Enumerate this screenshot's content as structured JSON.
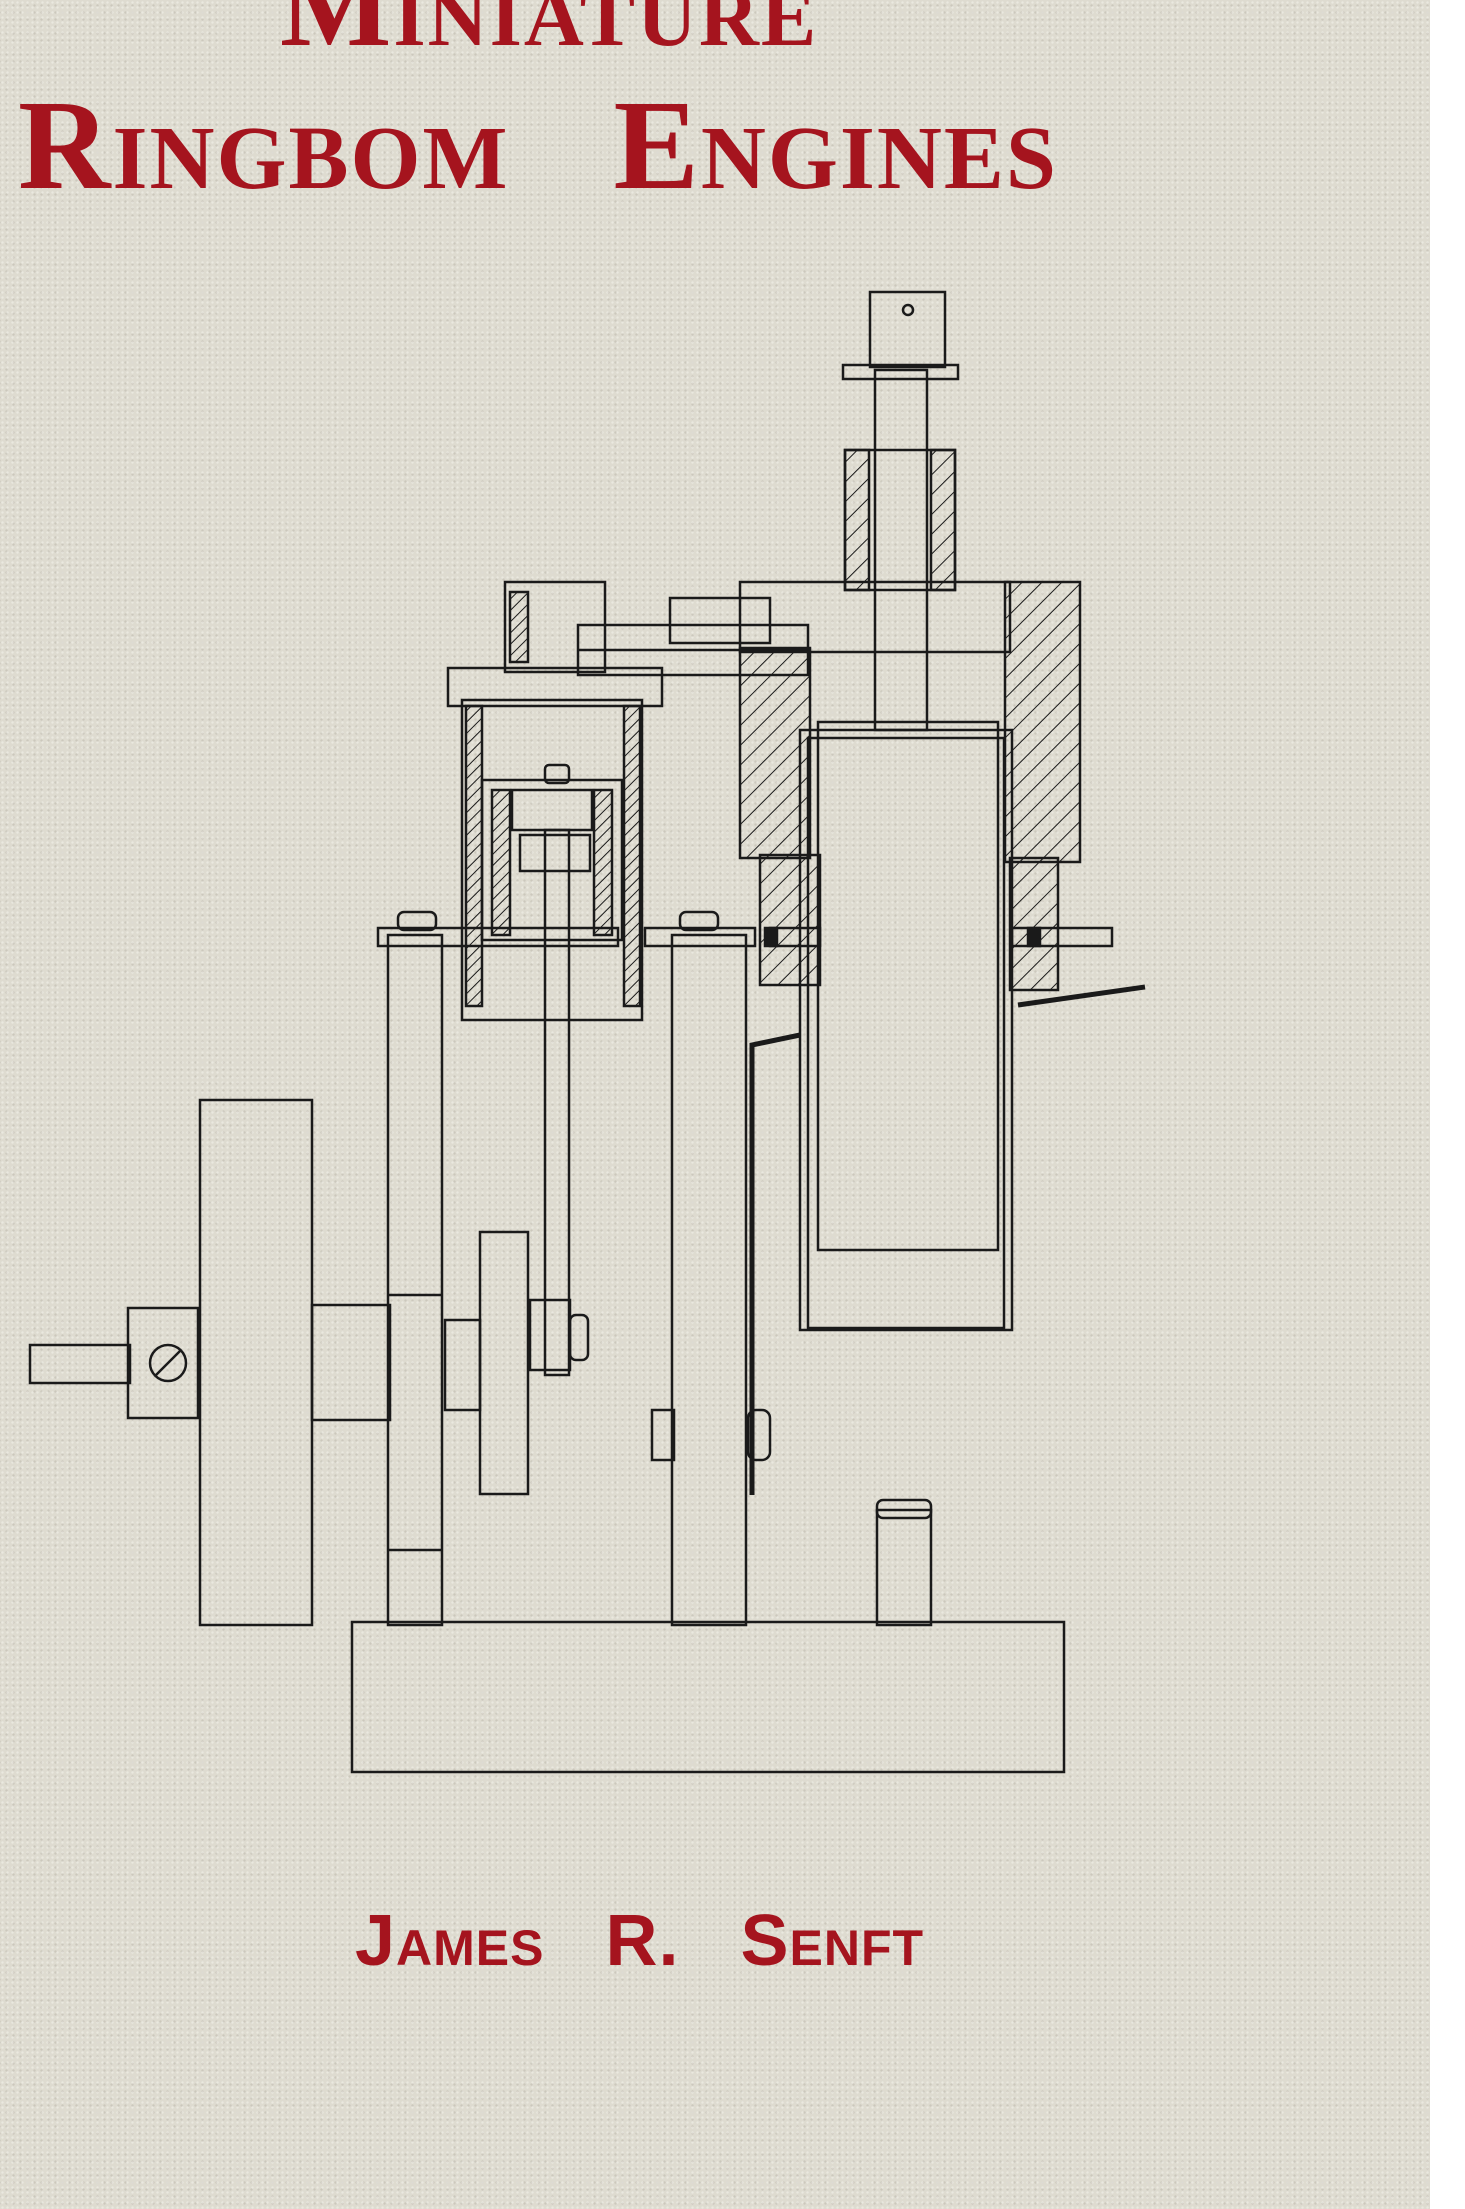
{
  "book": {
    "title_line1": "Miniature",
    "title_line2": "Ringbom Engines",
    "author": "James R. Senft"
  },
  "colors": {
    "title_red": "#a5141e",
    "background": "#dedbd0",
    "line": "#1a1a1a"
  },
  "illustration": {
    "subject": "engine-cross-section-drawing"
  }
}
